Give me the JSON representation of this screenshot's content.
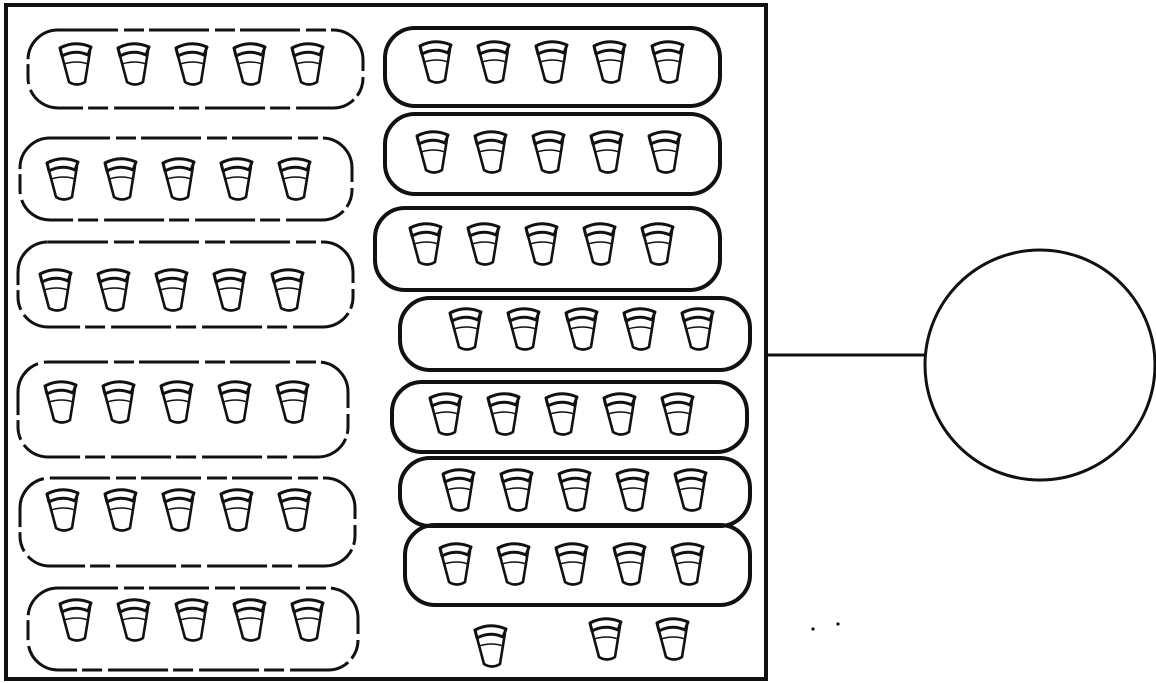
{
  "diagram": {
    "groups_of_five": 13,
    "items_per_group": 5,
    "left_column_groups": 6,
    "right_column_groups": 7,
    "loose_buckets": 3,
    "total_buckets": 68,
    "answer_circle_text": "",
    "icon": "bucket-icon",
    "ink_color": "#111111",
    "paper_color": "#ffffff"
  }
}
